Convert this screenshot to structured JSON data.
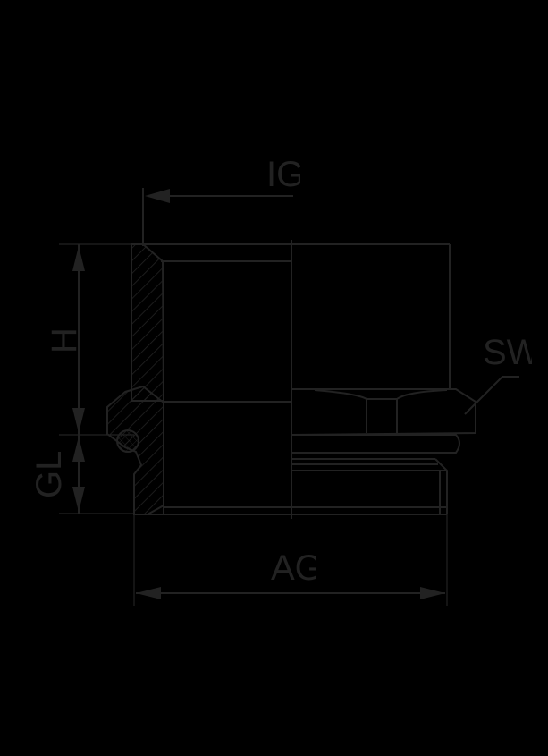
{
  "drawing": {
    "type": "technical cross-section drawing of threaded fitting / adapter",
    "background": "#000000",
    "line_color": "#222222",
    "dimensions": {
      "ig": "IG",
      "h": "H",
      "gl": "GL",
      "ag": "AG",
      "sw": "SW"
    }
  }
}
